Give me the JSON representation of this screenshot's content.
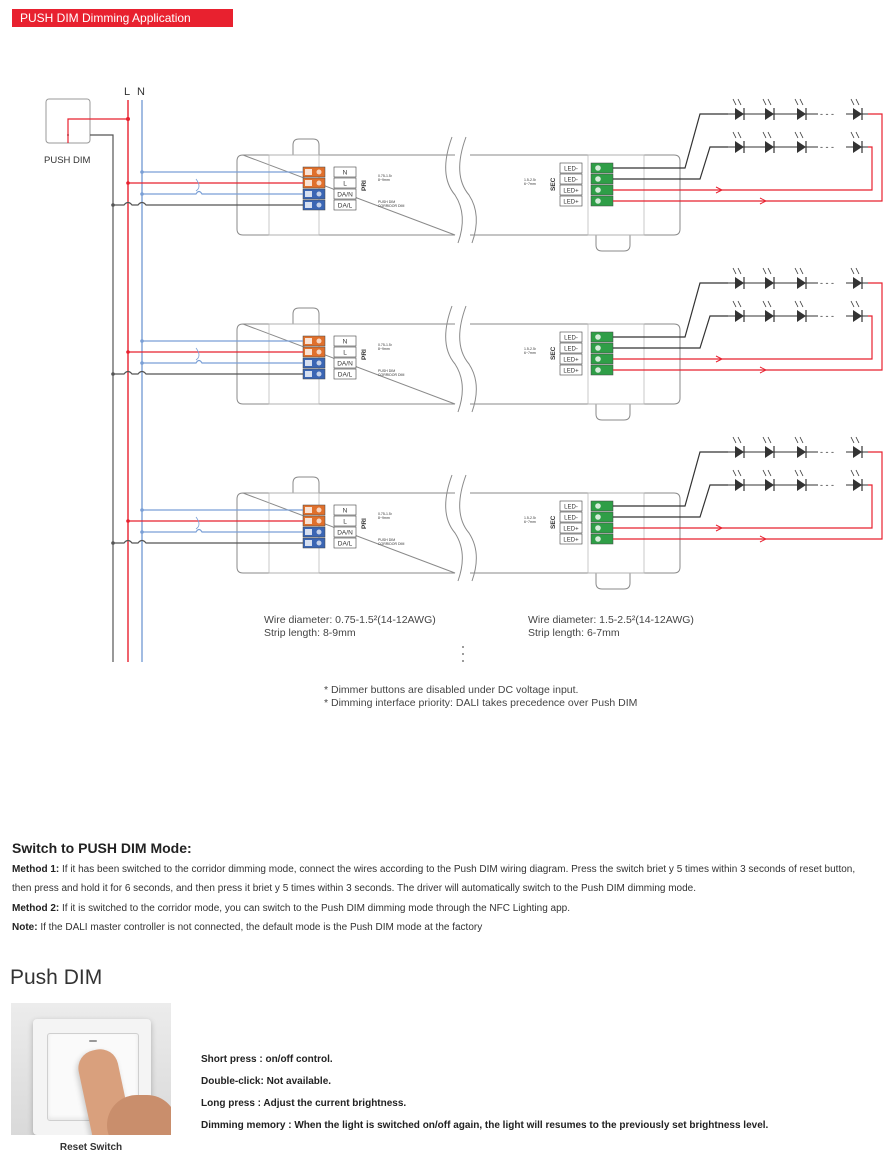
{
  "header": {
    "title": "PUSH DIM Dimming Application"
  },
  "diagram": {
    "switch_label": "PUSH DIM",
    "line_label": "L",
    "neutral_label": "N",
    "pri_terminals": [
      "N",
      "L",
      "DA/N",
      "DA/L"
    ],
    "pri_label": "PRI",
    "sec_label": "SEC",
    "sec_terminals": [
      "LED-",
      "LED-",
      "LED+",
      "LED+"
    ],
    "pri_strip_note": "8~9mm",
    "pri_wire_note": "0.75-1.5²",
    "pri_mode_note": "PUSH DIM",
    "pri_mode_note2": "CORRIDOR DIM",
    "sec_strip_note": "6~7mm",
    "sec_wire_note": "1.5-2.5²",
    "ellipsis": "- - -",
    "colors": {
      "line": "#e8212f",
      "neutral": "#7a9fd6",
      "dim": "#555555",
      "led_pos": "#e8212f",
      "led_neg": "#333333",
      "terminal_orange": "#e0702c",
      "terminal_blue": "#3b66b4",
      "terminal_green": "#2f9e47"
    }
  },
  "specs": {
    "pri_wire": "Wire diameter:  0.75-1.5²(14-12AWG)",
    "pri_strip": "Strip length:  8-9mm",
    "sec_wire": "Wire diameter:  1.5-2.5²(14-12AWG)",
    "sec_strip": "Strip length:  6-7mm"
  },
  "notes": [
    "* Dimmer buttons are disabled under DC voltage input.",
    "* Dimming interface priority: DALI takes precedence over Push DIM"
  ],
  "switch_mode": {
    "title": "Switch to PUSH DIM Mode:",
    "method1_label": "Method 1:",
    "method1_text": " If it has been switched to the corridor dimming mode, connect the wires according to the Push DIM wiring diagram. Press the switch briet y 5 times within 3 seconds of reset button,",
    "method1_cont": "then press and hold it for 6 seconds, and then press it briet y 5 times within 3 seconds. The driver will automatically switch to the Push DIM dimming mode.",
    "method2_label": "Method 2:",
    "method2_text": " If it is switched to the corridor mode, you can switch to the Push DIM dimming mode through the NFC Lighting app.",
    "note_label": "Note:",
    "note_text": " If the DALI master controller is not connected, the default mode is the Push DIM mode at the factory"
  },
  "push_dim": {
    "title": "Push DIM",
    "caption": "Reset Switch",
    "items": [
      "Short press : on/off control.",
      "Double-click: Not available.",
      "Long press : Adjust the current brightness.",
      "Dimming memory : When the light is switched on/off again, the light will resumes to the previously set brightness level."
    ]
  }
}
